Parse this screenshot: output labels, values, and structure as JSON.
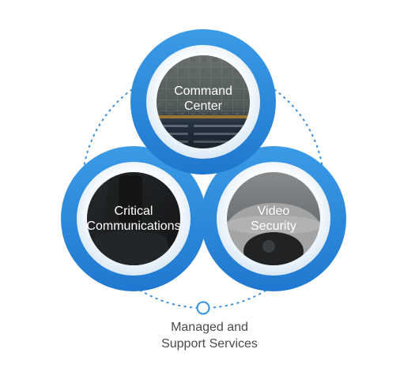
{
  "accent_color": "#2f8fe0",
  "accent_light": "#dff0fb",
  "ring_dot_color": "#3d8fd6",
  "nodes": {
    "command_center": {
      "label_line1": "Command",
      "label_line2": "Center",
      "image": "aerial-map-dashboard"
    },
    "critical_communications": {
      "label_line1": "Critical",
      "label_line2": "Communications",
      "image": "gloved-hand-radio"
    },
    "video_security": {
      "label_line1": "Video",
      "label_line2": "Security",
      "image": "dome-security-camera"
    }
  },
  "caption": {
    "line1": "Managed and",
    "line2": "Support Services"
  }
}
